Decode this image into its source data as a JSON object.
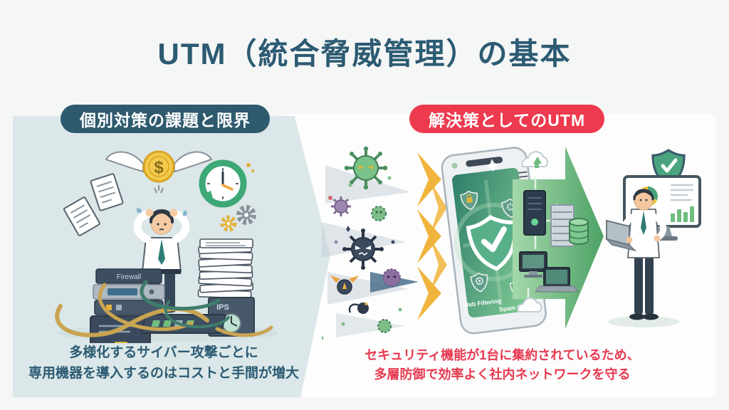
{
  "page": {
    "title": "UTM（統合脅威管理）の基本"
  },
  "left": {
    "badge": "個別対策の課題と限界",
    "caption1": "多様化するサイバー攻撃ごとに",
    "caption2": "専用機器を導入するのはコストと手間が増大",
    "labels": {
      "dollar": "$",
      "firewall": "Firewall",
      "ips": "IPS"
    }
  },
  "right": {
    "badge": "解決策としてのUTM",
    "caption1": "セキュリティ機能が1台に集約されているため、",
    "caption2": "多層防御で効率よく社内ネットワークを守る",
    "labels": {
      "web_filtering": "Web Filtering",
      "spam_checker": "Spam Checker"
    }
  },
  "colors": {
    "title_teal": "#2c5b73",
    "badge_teal": "#2e5a6e",
    "badge_red": "#ee3a4e",
    "caption_red": "#e73950",
    "panel_blue": "#dbe7e8",
    "panel_white": "#fdfdfd",
    "page_bg": "#f5f6f6",
    "arrow_green": "#5fb377",
    "gold": "#f0c23a",
    "screen_green": "#3f8f72"
  }
}
